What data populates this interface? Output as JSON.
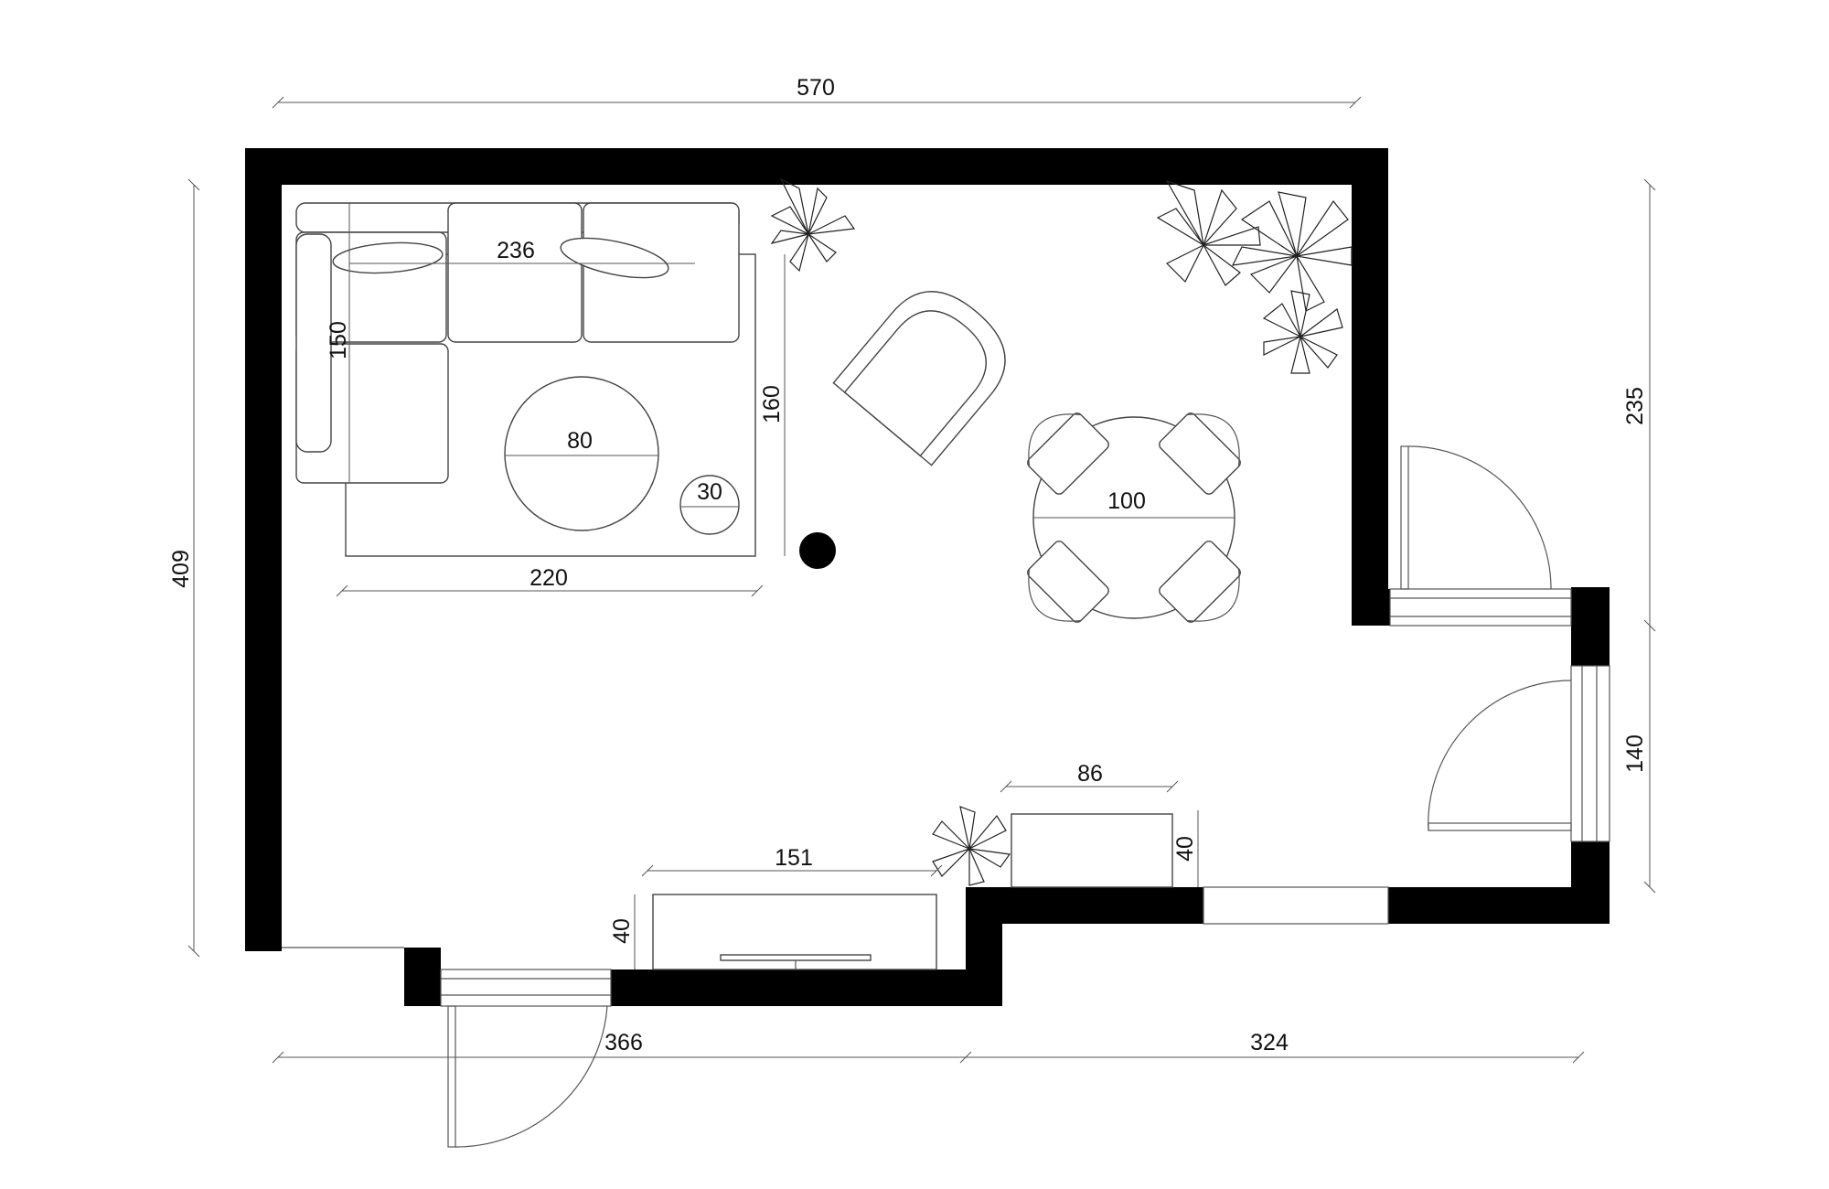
{
  "dimensions": {
    "top_width": "570",
    "left_height": "409",
    "right_upper": "235",
    "right_lower": "140",
    "bottom_left": "366",
    "bottom_right": "324",
    "sofa_length": "236",
    "sofa_depth": "150",
    "rug_width": "220",
    "rug_depth": "160",
    "coffee_table": "80",
    "side_table": "30",
    "dining_table": "100",
    "cabinet_width": "86",
    "cabinet_depth": "40",
    "tv_unit_width": "151",
    "tv_unit_depth": "40"
  },
  "colors": {
    "wall": "#000000",
    "line": "#444444"
  }
}
